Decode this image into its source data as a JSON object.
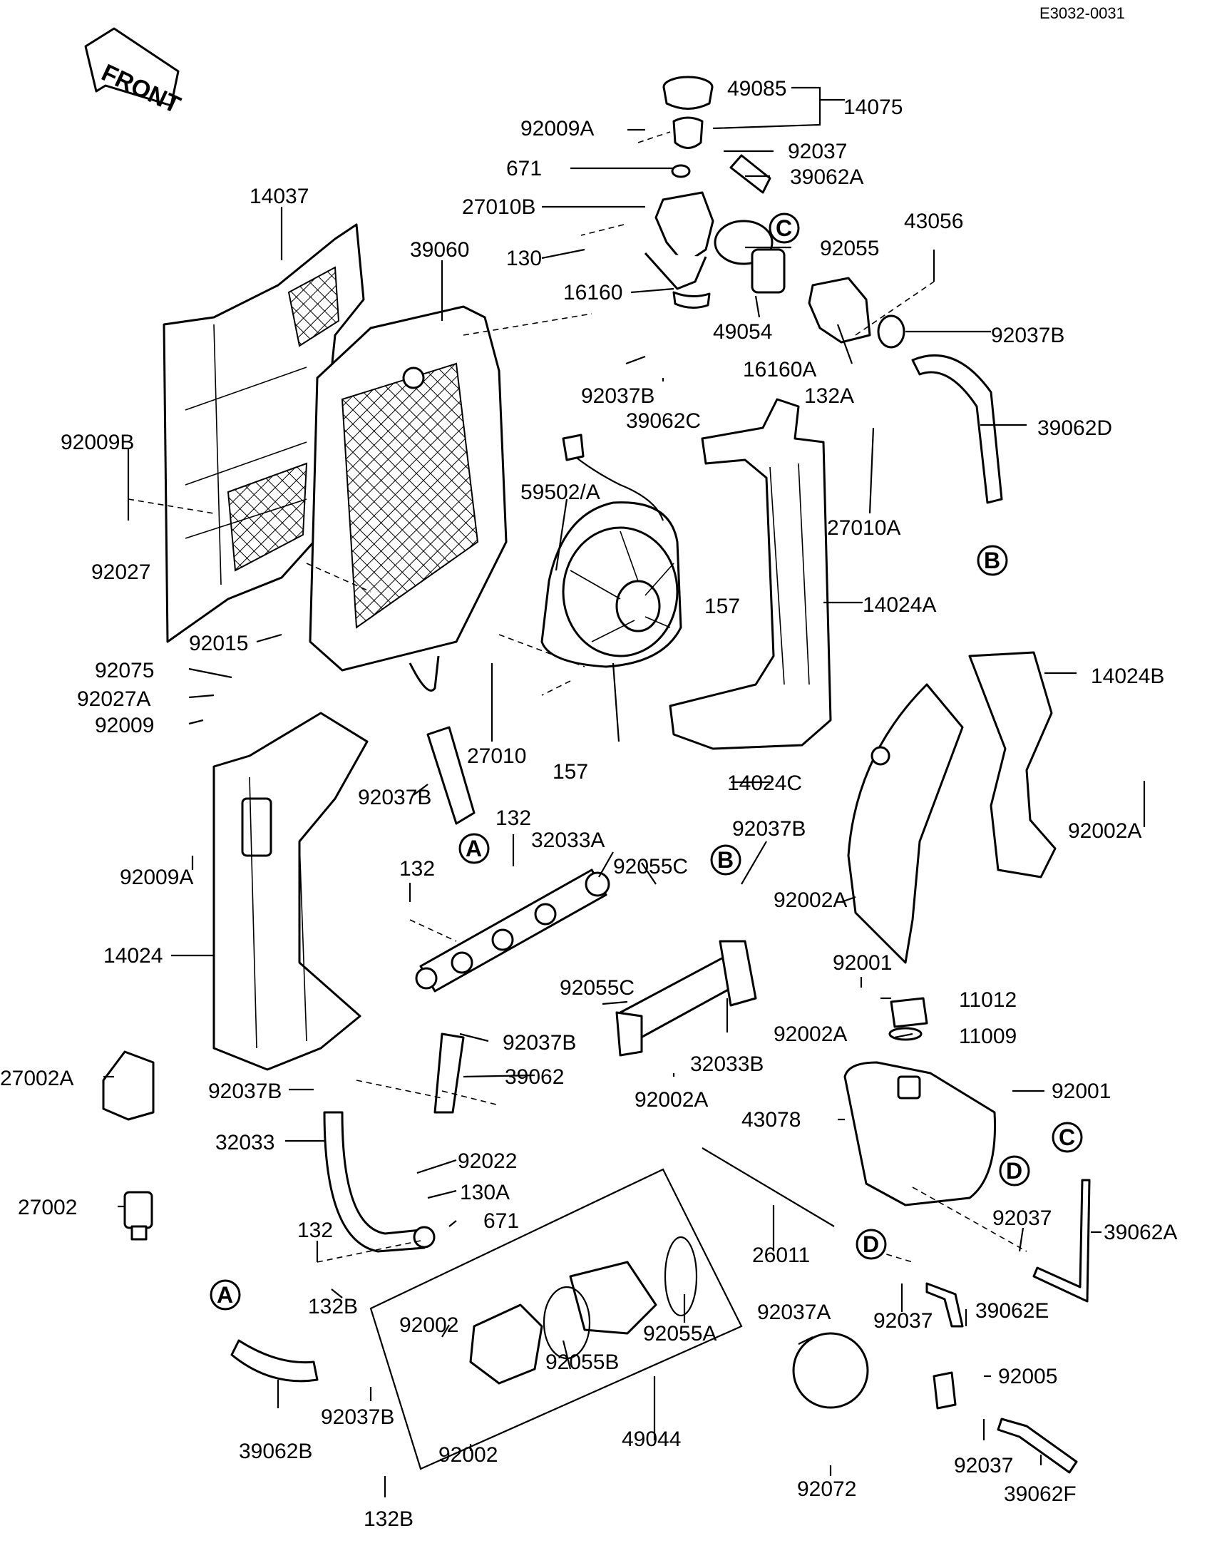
{
  "ref": "E3032-0031",
  "front": "FRONT",
  "circles": {
    "A": "A",
    "B": "B",
    "C": "C",
    "D": "D"
  },
  "labels": {
    "p49085": "49085",
    "p14075": "14075",
    "p92009A_top": "92009A",
    "p92037_top": "92037",
    "p671_top": "671",
    "p39062A_top": "39062A",
    "p27010B": "27010B",
    "p92055": "92055",
    "p130": "130",
    "p43056": "43056",
    "p16160": "16160",
    "p49054": "49054",
    "p92037B_r": "92037B",
    "p16160A": "16160A",
    "p132A": "132A",
    "p14037": "14037",
    "p39060": "39060",
    "p92037B_c": "92037B",
    "p39062C": "39062C",
    "p39062D": "39062D",
    "p92009B": "92009B",
    "p59502A": "59502/A",
    "p27010A": "27010A",
    "p92027": "92027",
    "p157_a": "157",
    "p14024A": "14024A",
    "p92015": "92015",
    "p92075": "92075",
    "p92027A": "92027A",
    "p92009_l": "92009",
    "p14024B": "14024B",
    "p27010": "27010",
    "p157_b": "157",
    "p14024C": "14024C",
    "p92037B_l": "92037B",
    "p132_a": "132",
    "p32033A": "32033A",
    "p92055C_a": "92055C",
    "p92037B_m": "92037B",
    "p92002A_r": "92002A",
    "p92009A_l": "92009A",
    "p132_b": "132",
    "p92002A_m": "92002A",
    "p14024": "14024",
    "p92001_a": "92001",
    "p11012": "11012",
    "p92055C_b": "92055C",
    "p92002A_c": "92002A",
    "p11009": "11009",
    "p92037B_lc": "92037B",
    "p32033B": "32033B",
    "p27002A": "27002A",
    "p39062": "39062",
    "p92001_b": "92001",
    "p92037B_ll": "92037B",
    "p92002A_b": "92002A",
    "p43078": "43078",
    "p32033": "32033",
    "p92022": "92022",
    "p130A": "130A",
    "p27002": "27002",
    "p671_b": "671",
    "p132_c": "132",
    "p26011": "26011",
    "p92037_r": "92037",
    "p39062A_r": "39062A",
    "p132B_a": "132B",
    "p92002_c": "92002",
    "p92055A": "92055A",
    "p92037A": "92037A",
    "p92037_b": "92037",
    "p39062E": "39062E",
    "p92055B": "92055B",
    "p92037B_b": "92037B",
    "p92005": "92005",
    "p49044": "49044",
    "p39062B": "39062B",
    "p92002_b": "92002",
    "p92037_f": "92037",
    "p92072": "92072",
    "p39062F": "39062F",
    "p132B_b": "132B"
  },
  "colors": {
    "ink": "#000000",
    "paper": "#ffffff",
    "shade": "#e9e9e9"
  }
}
